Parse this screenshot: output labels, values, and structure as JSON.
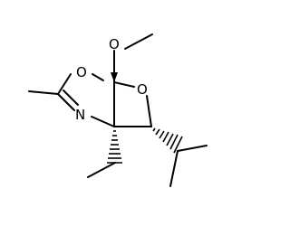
{
  "molecule": {
    "atoms": {
      "o_methoxy": "O",
      "o_ring_left": "O",
      "o_ring_right": "O",
      "n_ring": "N"
    },
    "colors": {
      "ink": "#000000",
      "background": "#ffffff"
    }
  }
}
